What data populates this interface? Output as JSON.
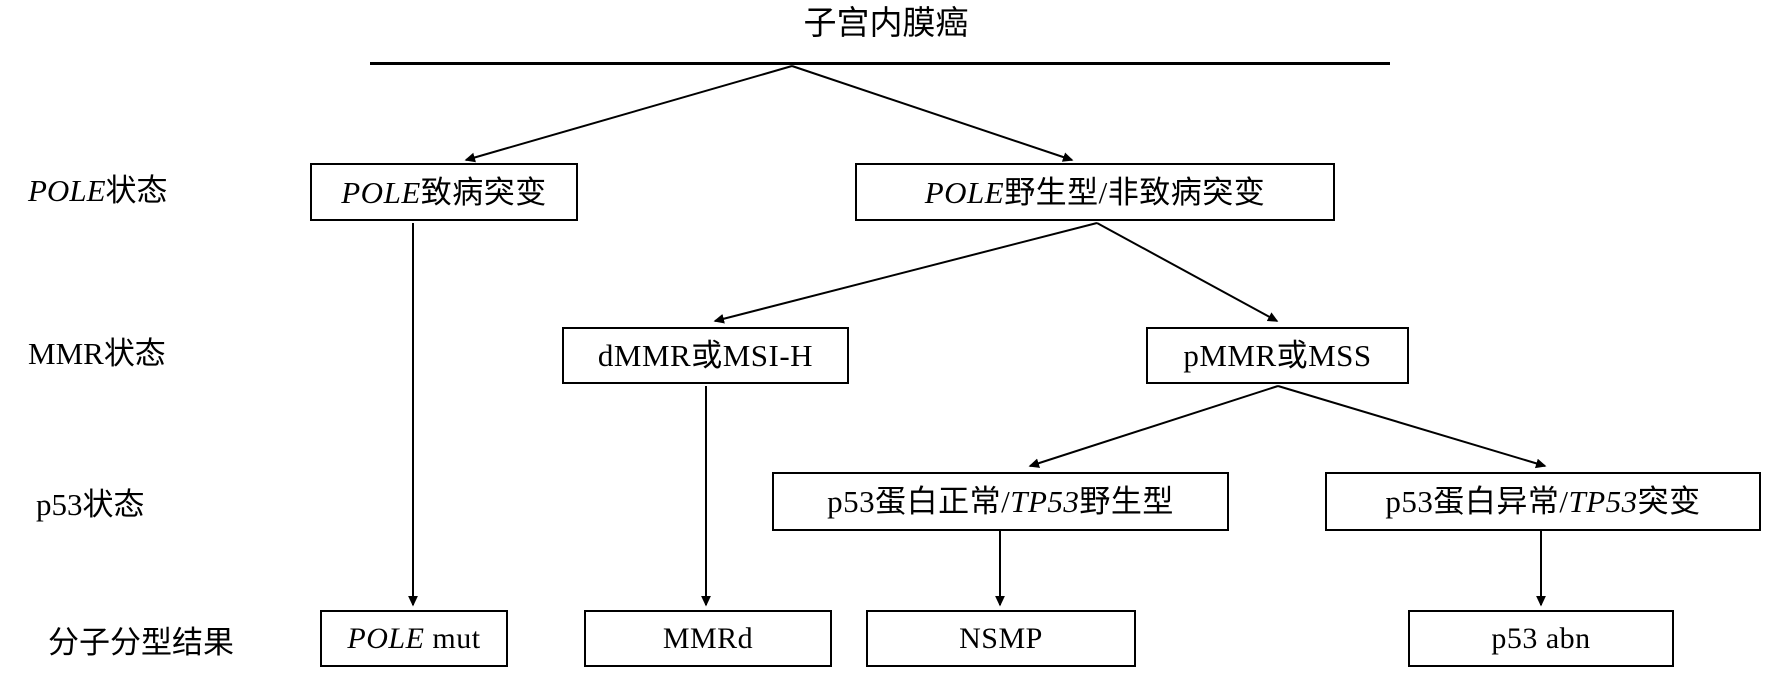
{
  "diagram": {
    "title": "子宫内膜癌",
    "type": "flowchart",
    "description": "子宫内膜癌分子分型诊断流程图",
    "row_labels": [
      {
        "id": "pole-status",
        "label_pre": "POLE",
        "label_post": "状态",
        "italic_pre": true
      },
      {
        "id": "mmr-status",
        "label_pre": "MMR",
        "label_post": "状态",
        "italic_pre": false
      },
      {
        "id": "p53-status",
        "label_pre": "p53",
        "label_post": "状态",
        "italic_pre": false
      },
      {
        "id": "result",
        "label_pre": "",
        "label_post": "分子分型结果",
        "italic_pre": false
      }
    ],
    "nodes": {
      "pole_mut_node": {
        "pre": "POLE",
        "post": "致病突变"
      },
      "pole_wt_node": {
        "pre": "POLE",
        "post": "野生型/非致病突变"
      },
      "dmmr_node": {
        "text": "dMMR或MSI-H"
      },
      "pmmr_node": {
        "text": "pMMR或MSS"
      },
      "p53_normal_node": {
        "pre": "p53蛋白正常/",
        "mid": "TP53",
        "post": "野生型"
      },
      "p53_abnormal_node": {
        "pre": "p53蛋白异常/",
        "mid": "TP53",
        "post": "突变"
      },
      "result_pole": {
        "pre": "POLE",
        "post": " mut"
      },
      "result_mmrd": {
        "text": "MMRd"
      },
      "result_nsmp": {
        "text": "NSMP"
      },
      "result_p53abn": {
        "text": "p53 abn"
      }
    },
    "edges": [
      {
        "from": "title-rule",
        "to": "pole_mut_node",
        "kind": "diagonal-arrow"
      },
      {
        "from": "title-rule",
        "to": "pole_wt_node",
        "kind": "diagonal-arrow"
      },
      {
        "from": "pole_wt_node",
        "to": "dmmr_node",
        "kind": "diagonal-arrow"
      },
      {
        "from": "pole_wt_node",
        "to": "pmmr_node",
        "kind": "diagonal-arrow"
      },
      {
        "from": "pmmr_node",
        "to": "p53_normal_node",
        "kind": "diagonal-arrow"
      },
      {
        "from": "pmmr_node",
        "to": "p53_abnormal_node",
        "kind": "diagonal-arrow"
      },
      {
        "from": "pole_mut_node",
        "to": "result_pole",
        "kind": "vertical-arrow"
      },
      {
        "from": "dmmr_node",
        "to": "result_mmrd",
        "kind": "vertical-arrow"
      },
      {
        "from": "p53_normal_node",
        "to": "result_nsmp",
        "kind": "vertical-arrow"
      },
      {
        "from": "p53_abnormal_node",
        "to": "result_p53abn",
        "kind": "vertical-arrow"
      }
    ],
    "colors": {
      "stroke": "#000000",
      "background": "#ffffff",
      "text": "#000000"
    }
  }
}
